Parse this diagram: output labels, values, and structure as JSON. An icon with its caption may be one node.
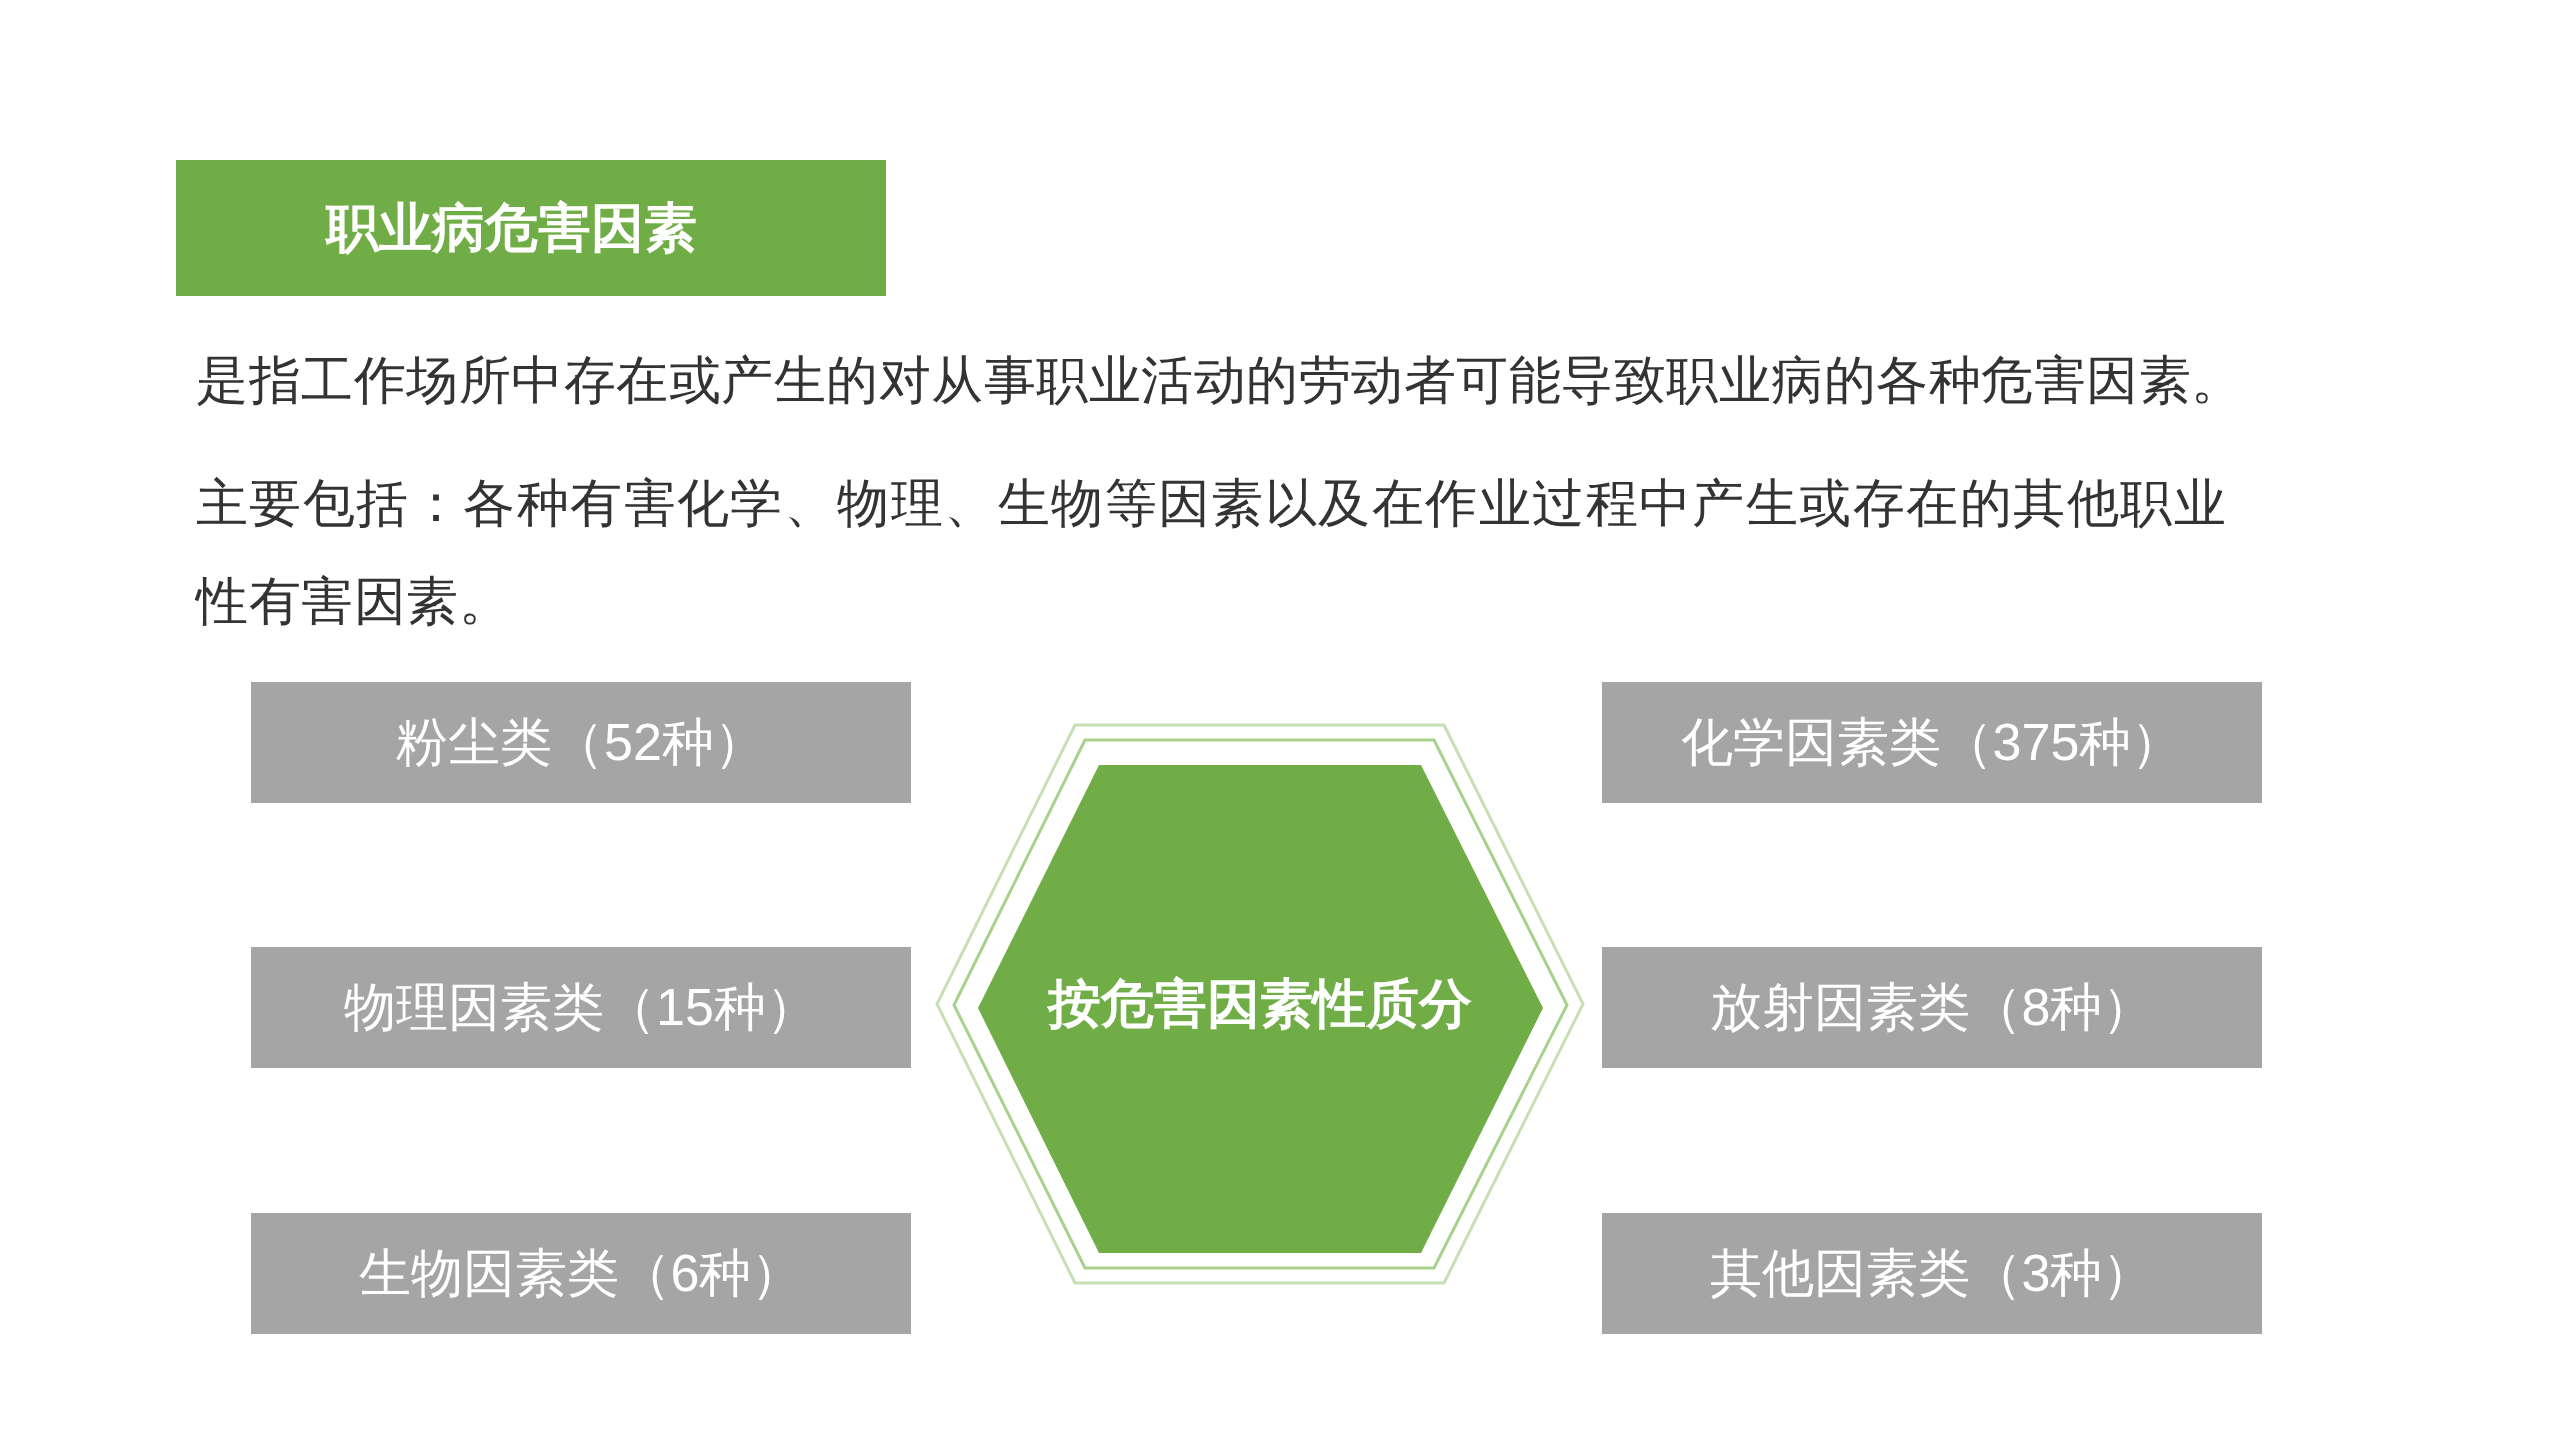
{
  "diagram": {
    "title": "职业病危害因素",
    "nodes": [
      {
        "text": [
          "粉尘类（52种）"
        ]
      },
      {
        "text": [
          "化学因素类（375种）"
        ]
      },
      {
        "text": [
          "物理因素类（15种）"
        ]
      },
      {
        "text": [
          "按危害因素性质分"
        ]
      },
      {
        "text": [
          "放射因素类（8种）"
        ]
      },
      {
        "text": [
          "生物因素类（6种）"
        ]
      },
      {
        "text": [
          "其他因素类（3种）"
        ]
      }
    ],
    "labels": [
      "是指工作场所中存在或产生的对从事职业活动的劳动者可能导致职业病的各种危害因素。",
      "主要包括：各种有害化学、物理、生物等因素以及在作业过程中产生或存在的其他职业性有害因素。"
    ]
  }
}
